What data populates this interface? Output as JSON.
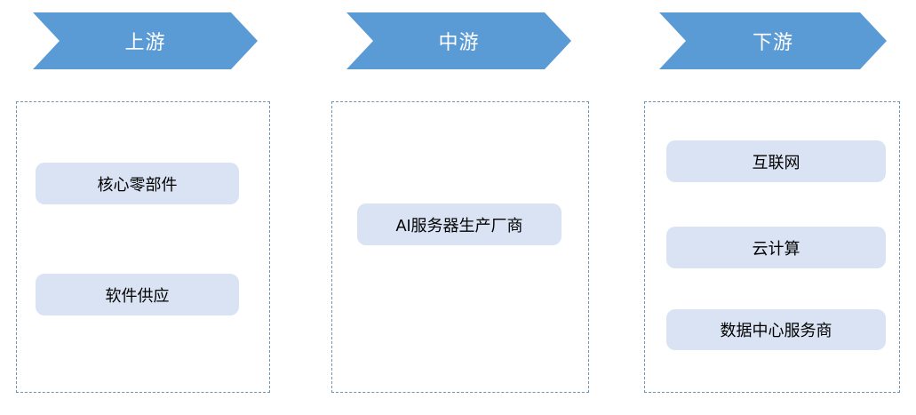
{
  "diagram": {
    "type": "industry-chain",
    "columns": [
      {
        "header": "上游",
        "items": [
          "核心零部件",
          "软件供应"
        ]
      },
      {
        "header": "中游",
        "items": [
          "AI服务器生产厂商"
        ]
      },
      {
        "header": "下游",
        "items": [
          "互联网",
          "云计算",
          "数据中心服务商"
        ]
      }
    ]
  },
  "colors": {
    "arrow_fill": "#5B9BD5",
    "arrow_text": "#FFFFFF",
    "item_fill": "#DAE3F3",
    "item_text": "#000000",
    "container_dash": "#6E95B5",
    "background": "#FFFFFF"
  }
}
